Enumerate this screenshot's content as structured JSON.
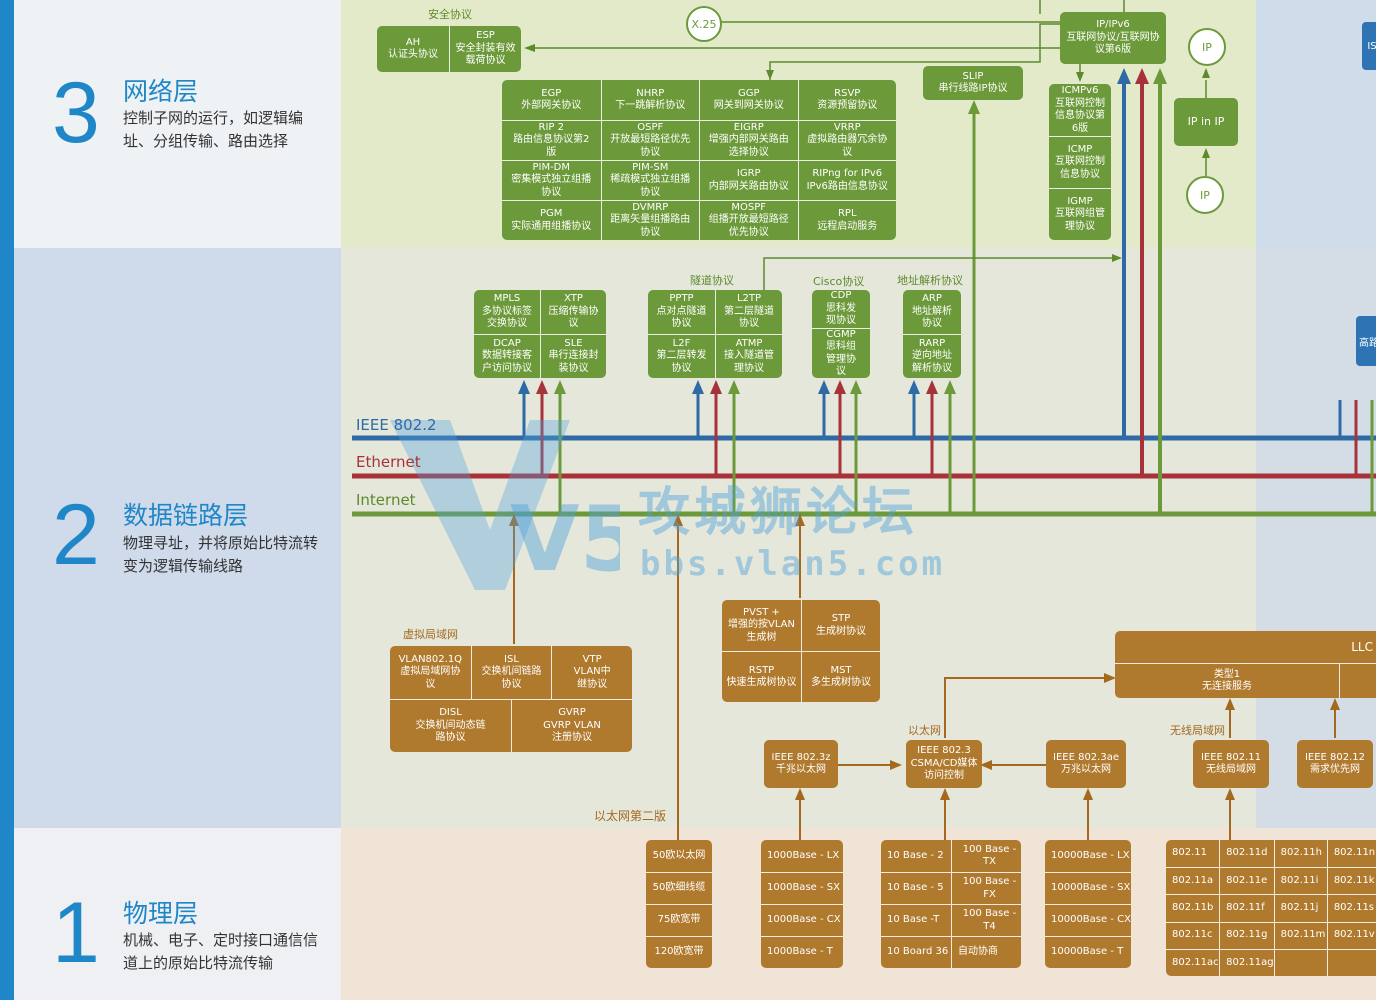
{
  "layers": [
    {
      "num": "3",
      "title": "网络层",
      "desc": "控制子网的运行，如逻辑编址、分组传输、路由选择"
    },
    {
      "num": "2",
      "title": "数据链路层",
      "desc": "物理寻址，并将原始比特流转变为逻辑传输线路"
    },
    {
      "num": "1",
      "title": "物理层",
      "desc": "机械、电子、定时接口通信信道上的原始比特流传输"
    }
  ],
  "buses": {
    "ieee": "IEEE 802.2",
    "ethernet": "Ethernet",
    "internet": "Internet"
  },
  "colors": {
    "blue_bus": "#2e6aa6",
    "red_bus": "#a8323a",
    "green_bus": "#6c9a3a",
    "brown": "#b07a2e",
    "green_box": "#6c9a3a",
    "layer_blue": "#1f86c8"
  },
  "network": {
    "security_caption": "安全协议",
    "security": [
      {
        "name": "AH",
        "desc": "认证头协议"
      },
      {
        "name": "ESP",
        "desc": "安全封装有效载荷协议"
      }
    ],
    "x25": "X.25",
    "ip": {
      "name": "IP/IPv6",
      "desc": "互联网协议/互联网协议第6版"
    },
    "slip": {
      "name": "SLIP",
      "desc": "串行线路IP协议"
    },
    "ip_circle_top": "IP",
    "ip_in_ip": "IP in IP",
    "ip_circle_bottom": "IP",
    "icmp_stack": [
      {
        "name": "ICMPv6",
        "desc": "互联网控制信息协议第6版"
      },
      {
        "name": "ICMP",
        "desc": "互联网控制信息协议"
      },
      {
        "name": "IGMP",
        "desc": "互联网组管理协议"
      }
    ],
    "routing": [
      {
        "name": "EGP",
        "desc": "外部网关协议"
      },
      {
        "name": "NHRP",
        "desc": "下一跳解析协议"
      },
      {
        "name": "GGP",
        "desc": "网关到网关协议"
      },
      {
        "name": "RSVP",
        "desc": "资源预留协议"
      },
      {
        "name": "RIP 2",
        "desc": "路由信息协议第2版"
      },
      {
        "name": "OSPF",
        "desc": "开放最短路径优先协议"
      },
      {
        "name": "EIGRP",
        "desc": "增强内部网关路由选择协议"
      },
      {
        "name": "VRRP",
        "desc": "虚拟路由器冗余协议"
      },
      {
        "name": "PIM-DM",
        "desc": "密集模式独立组播协议"
      },
      {
        "name": "PIM-SM",
        "desc": "稀疏模式独立组播协议"
      },
      {
        "name": "IGRP",
        "desc": "内部网关路由协议"
      },
      {
        "name": "RIPng for IPv6",
        "desc": "IPv6路由信息协议"
      },
      {
        "name": "PGM",
        "desc": "实际通用组播协议"
      },
      {
        "name": "DVMRP",
        "desc": "距离矢量组播路由协议"
      },
      {
        "name": "MOSPF",
        "desc": "组播开放最短路径优先协议"
      },
      {
        "name": "RPL",
        "desc": "远程启动服务"
      }
    ],
    "mpls_group": [
      {
        "name": "MPLS",
        "desc": "多协议标签交换协议"
      },
      {
        "name": "XTP",
        "desc": "压缩传输协议"
      },
      {
        "name": "DCAP",
        "desc": "数据转接客户访问协议"
      },
      {
        "name": "SLE",
        "desc": "串行连接封装协议"
      }
    ],
    "tunnel_caption": "隧道协议",
    "tunnel": [
      {
        "name": "PPTP",
        "desc": "点对点隧道协议"
      },
      {
        "name": "L2TP",
        "desc": "第二层隧道协议"
      },
      {
        "name": "L2F",
        "desc": "第二层转发协议"
      },
      {
        "name": "ATMP",
        "desc": "接入隧道管理协议"
      }
    ],
    "cisco_caption": "Cisco协议",
    "cisco": [
      {
        "name": "CDP",
        "desc": "思科发现协议"
      },
      {
        "name": "CGMP",
        "desc": "思科组管理协议"
      }
    ],
    "arp_caption": "地址解析协议",
    "arp": [
      {
        "name": "ARP",
        "desc": "地址解析协议"
      },
      {
        "name": "RARP",
        "desc": "逆向地址解析协议"
      }
    ]
  },
  "datalink": {
    "vlan_caption": "虚拟局域网",
    "vlan": [
      {
        "name": "VLAN802.1Q",
        "desc": "虚拟局域网协议"
      },
      {
        "name": "ISL",
        "desc": "交换机间链路协议"
      },
      {
        "name": "VTP",
        "desc": "VLAN中继协议"
      },
      {
        "name": "DISL",
        "desc": "交换机间动态链路协议"
      },
      {
        "name": "GVRP",
        "desc": "GVRP VLAN注册协议"
      }
    ],
    "stp": [
      {
        "name": "PVST +",
        "desc": "增强的按VLAN生成树"
      },
      {
        "name": "STP",
        "desc": "生成树协议"
      },
      {
        "name": "RSTP",
        "desc": "快速生成树协议"
      },
      {
        "name": "MST",
        "desc": "多生成树协议"
      }
    ],
    "ethernet_caption": "以太网",
    "ieee8023z": {
      "name": "IEEE 802.3z",
      "desc": "千兆以太网"
    },
    "ieee8023": {
      "name": "IEEE 802.3",
      "desc": "CSMA/CD媒体访问控制"
    },
    "ieee8023ae": {
      "name": "IEEE 802.3ae",
      "desc": "万兆以太网"
    },
    "wlan_caption": "无线局域网",
    "ieee80211": {
      "name": "IEEE 802.11",
      "desc": "无线局域网"
    },
    "ieee80212": {
      "name": "IEEE 802.12",
      "desc": "需求优先网"
    },
    "llc": {
      "title": "LLC",
      "type1_name": "类型1",
      "type1_desc": "无连接服务"
    },
    "ethernet2_caption": "以太网第二版"
  },
  "physical": {
    "coax": [
      "50欧以太网",
      "50欧细线缆",
      "75欧宽带",
      "120欧宽带"
    ],
    "gig": [
      "1000Base - LX",
      "1000Base - SX",
      "1000Base - CX",
      "1000Base - T"
    ],
    "ten100": [
      [
        "10 Base - 2",
        "100 Base - TX"
      ],
      [
        "10 Base - 5",
        "100 Base - FX"
      ],
      [
        "10 Base -T",
        "100 Base - T4"
      ],
      [
        "10 Board 36",
        "自动协商"
      ]
    ],
    "tengig": [
      "10000Base - LX",
      "10000Base - SX",
      "10000Base - CX",
      "10000Base - T"
    ],
    "wifi": [
      [
        "802.11",
        "802.11d",
        "802.11h",
        "802.11n"
      ],
      [
        "802.11a",
        "802.11e",
        "802.11i",
        "802.11k"
      ],
      [
        "802.11b",
        "802.11f",
        "802.11j",
        "802.11s"
      ],
      [
        "802.11c",
        "802.11g",
        "802.11m",
        "802.11v"
      ],
      [
        "802.11ac",
        "802.11ag",
        "",
        ""
      ]
    ]
  },
  "side": {
    "top": "IS",
    "mid": "高路"
  },
  "watermark": {
    "line1": "攻城狮论坛",
    "line2": "bbs.vlan5.com",
    "logo": "V5"
  }
}
